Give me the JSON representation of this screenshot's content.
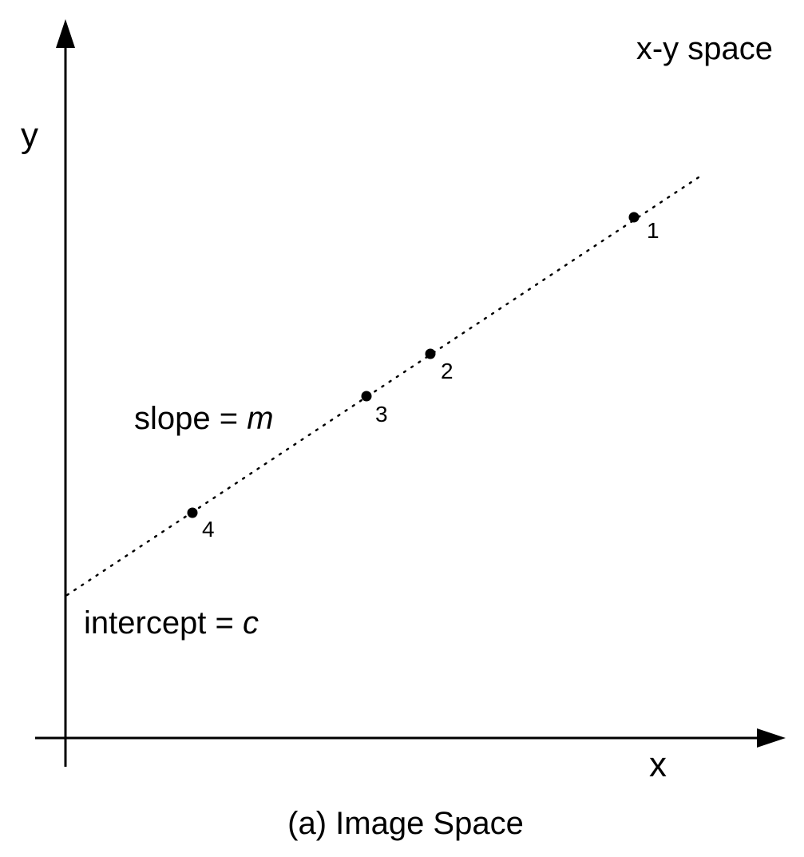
{
  "diagram": {
    "space_label": "x-y space",
    "axes": {
      "x_label": "x",
      "y_label": "y"
    },
    "slope": {
      "prefix": "slope = ",
      "symbol": "m"
    },
    "intercept": {
      "prefix": "intercept = ",
      "symbol": "c"
    },
    "points": [
      {
        "label": "1"
      },
      {
        "label": "2"
      },
      {
        "label": "3"
      },
      {
        "label": "4"
      }
    ],
    "line_style": "dotted",
    "caption": "(a) Image Space",
    "colors": {
      "ink": "#000000",
      "background": "#ffffff"
    }
  }
}
